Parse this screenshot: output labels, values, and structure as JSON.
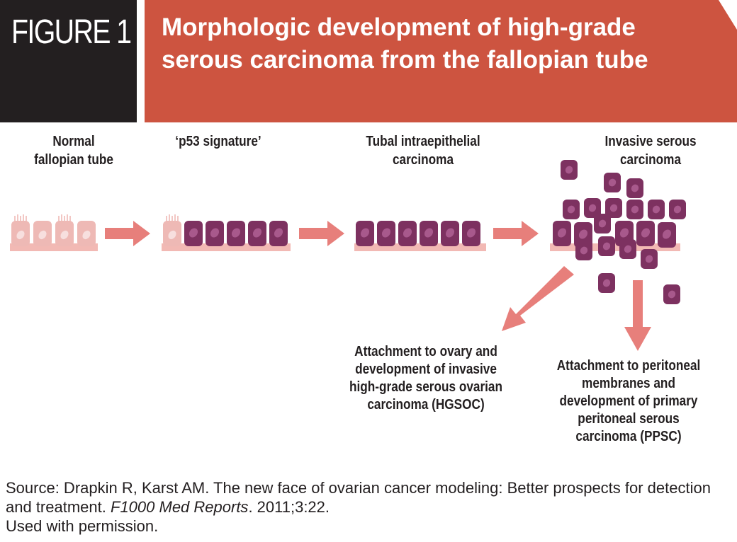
{
  "figure_label": "FIGURE 1",
  "title": "Morphologic development of high-grade serous carcinoma from the fallopian tube",
  "stages": [
    {
      "line1": "Normal",
      "line2": "fallopian tube"
    },
    {
      "line1": "‘p53 signature’",
      "line2": ""
    },
    {
      "line1": "Tubal intraepithelial",
      "line2": "carcinoma"
    },
    {
      "line1": "Invasive serous",
      "line2": "carcinoma"
    }
  ],
  "outcomes": [
    {
      "lines": [
        "Attachment to ovary and",
        "development of invasive",
        "high-grade serous ovarian",
        "carcinoma (HGSOC)"
      ]
    },
    {
      "lines": [
        "Attachment to peritoneal",
        "membranes and",
        "development of primary",
        "peritoneal serous",
        "carcinoma (PPSC)"
      ]
    }
  ],
  "source": {
    "prefix": "Source: Drapkin R, Karst AM. The new face of ovarian cancer modeling: Better prospects for detection and treatment.",
    "journal": "F1000 Med Reports",
    "suffix": ". 2011;3:22.",
    "permission": "Used with permission."
  },
  "colors": {
    "title_band": "#cd5440",
    "label_box": "#231f20",
    "normal_cell": "#eeb9b5",
    "tumor_cell": "#7d3160",
    "arrow": "#e77f7b",
    "membrane": "#f2b9b4"
  }
}
